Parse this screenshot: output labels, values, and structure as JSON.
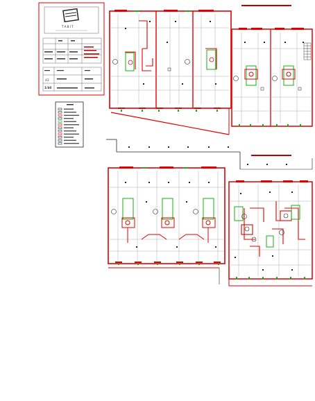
{
  "title_block": {
    "logo_caption": "T A B I T",
    "table_header": [
      "",
      "",
      ""
    ],
    "scale_label": "A3",
    "number": "1/60",
    "red_note_lines": [
      "",
      "",
      ""
    ]
  },
  "legend": {
    "header": "",
    "rows": [
      "",
      "",
      "",
      "",
      "",
      "",
      "",
      "",
      "",
      "",
      "",
      ""
    ]
  },
  "sheet_titles": {
    "upper_right": "",
    "lower_right": ""
  },
  "colors": {
    "wall": "#e00000",
    "frame": "#e00000",
    "grid": "#888888",
    "accent_green": "#10b010",
    "dim": "#333333"
  }
}
